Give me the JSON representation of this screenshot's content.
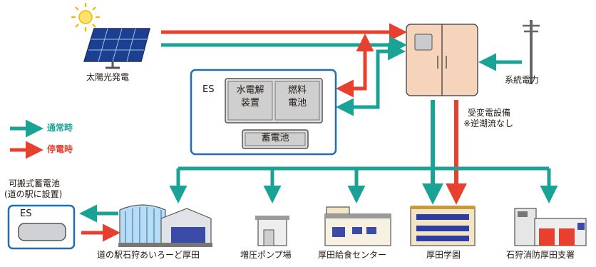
{
  "labels": {
    "solar": "太陽光発電",
    "grid": "系統電力",
    "substation_line1": "受変電設備",
    "substation_line2": "※逆潮流なし",
    "portable_line1": "可搬式蓄電池",
    "portable_line2": "(道の駅に設置)"
  },
  "es_box": {
    "tag": "ES",
    "electrolyzer_line1": "水電解",
    "electrolyzer_line2": "装置",
    "fuelcell_line1": "燃料",
    "fuelcell_line2": "電池",
    "battery": "蓄電池"
  },
  "portable_es": {
    "tag": "ES"
  },
  "legend": {
    "normal": "通常時",
    "outage": "停電時"
  },
  "facilities": [
    "道の駅石狩あいろーど厚田",
    "増圧ポンプ場",
    "厚田給食センター",
    "厚田学園",
    "石狩消防厚田支署"
  ],
  "colors": {
    "normal_arrow": "#1aa394",
    "outage_arrow": "#e8402f",
    "box_border": "#1f6fb2",
    "panel": "#f6d3bb"
  }
}
